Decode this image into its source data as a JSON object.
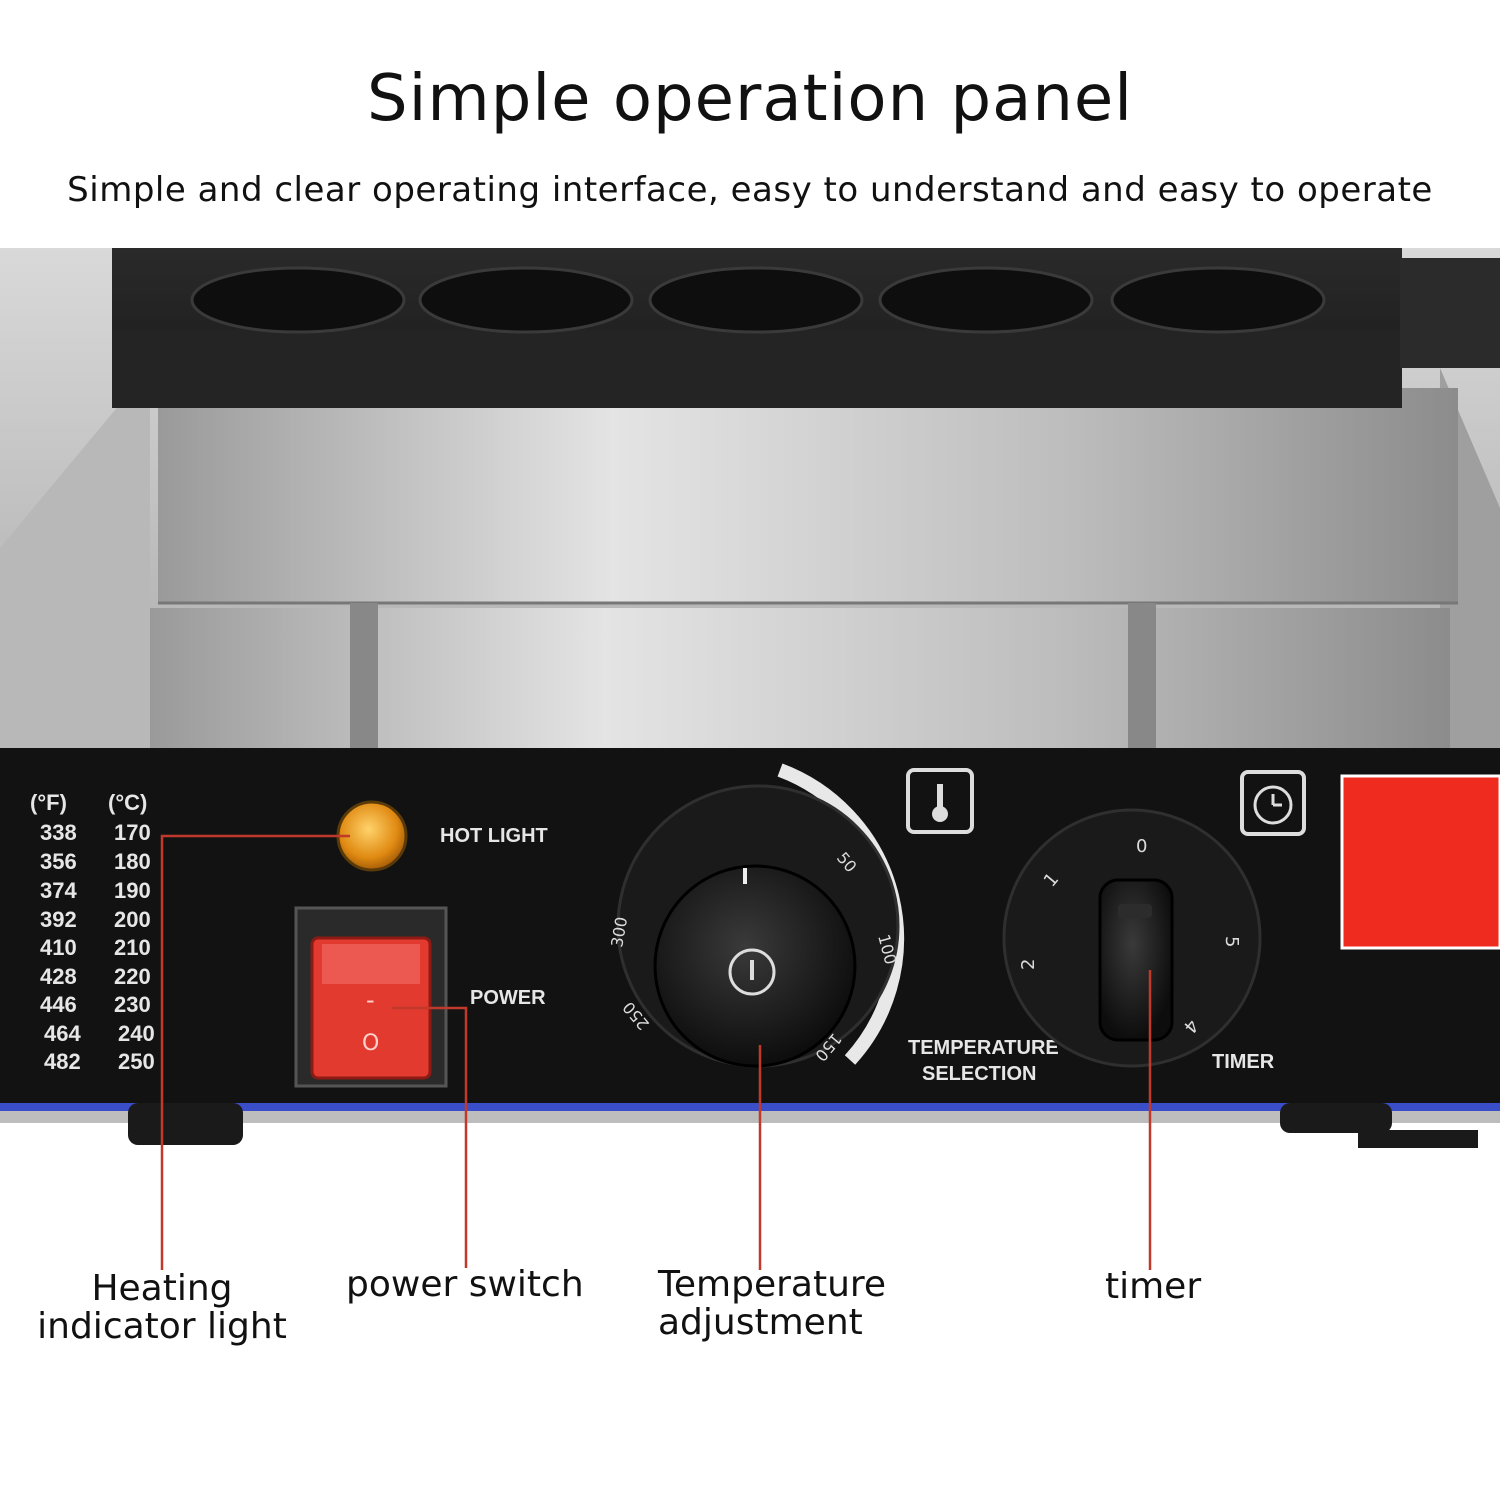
{
  "header": {
    "title": "Simple operation panel",
    "subtitle": "Simple and clear operating interface, easy to understand and easy to operate"
  },
  "panel": {
    "temp_table": {
      "header_f": "(°F)",
      "header_c": "(°C)",
      "fahrenheit": [
        "338",
        "356",
        "374",
        "392",
        "410",
        "428",
        "446",
        "464",
        "482"
      ],
      "celsius": [
        "170",
        "180",
        "190",
        "200",
        "210",
        "220",
        "230",
        "240",
        "250"
      ]
    },
    "hot_light_label": "HOT LIGHT",
    "power_label": "POWER",
    "switch_on": "-",
    "switch_off": "O",
    "temp_selection_label_1": "TEMPERATURE",
    "temp_selection_label_2": "SELECTION",
    "timer_label": "TIMER",
    "temp_dial_ticks": [
      "50",
      "100",
      "150",
      "250",
      "300"
    ],
    "timer_dial_ticks": [
      "0",
      "1",
      "2",
      "4",
      "5"
    ]
  },
  "callouts": {
    "heating_line1": "Heating",
    "heating_line2": "indicator light",
    "power_switch": "power switch",
    "temperature_line1": "Temperature",
    "temperature_line2": "adjustment",
    "timer": "timer"
  },
  "colors": {
    "panel": "#111111",
    "callout_line": "#c0392b",
    "switch_red": "#e23a2f",
    "indicator": "#e89a1c",
    "accent_red": "#ef2a1f"
  }
}
